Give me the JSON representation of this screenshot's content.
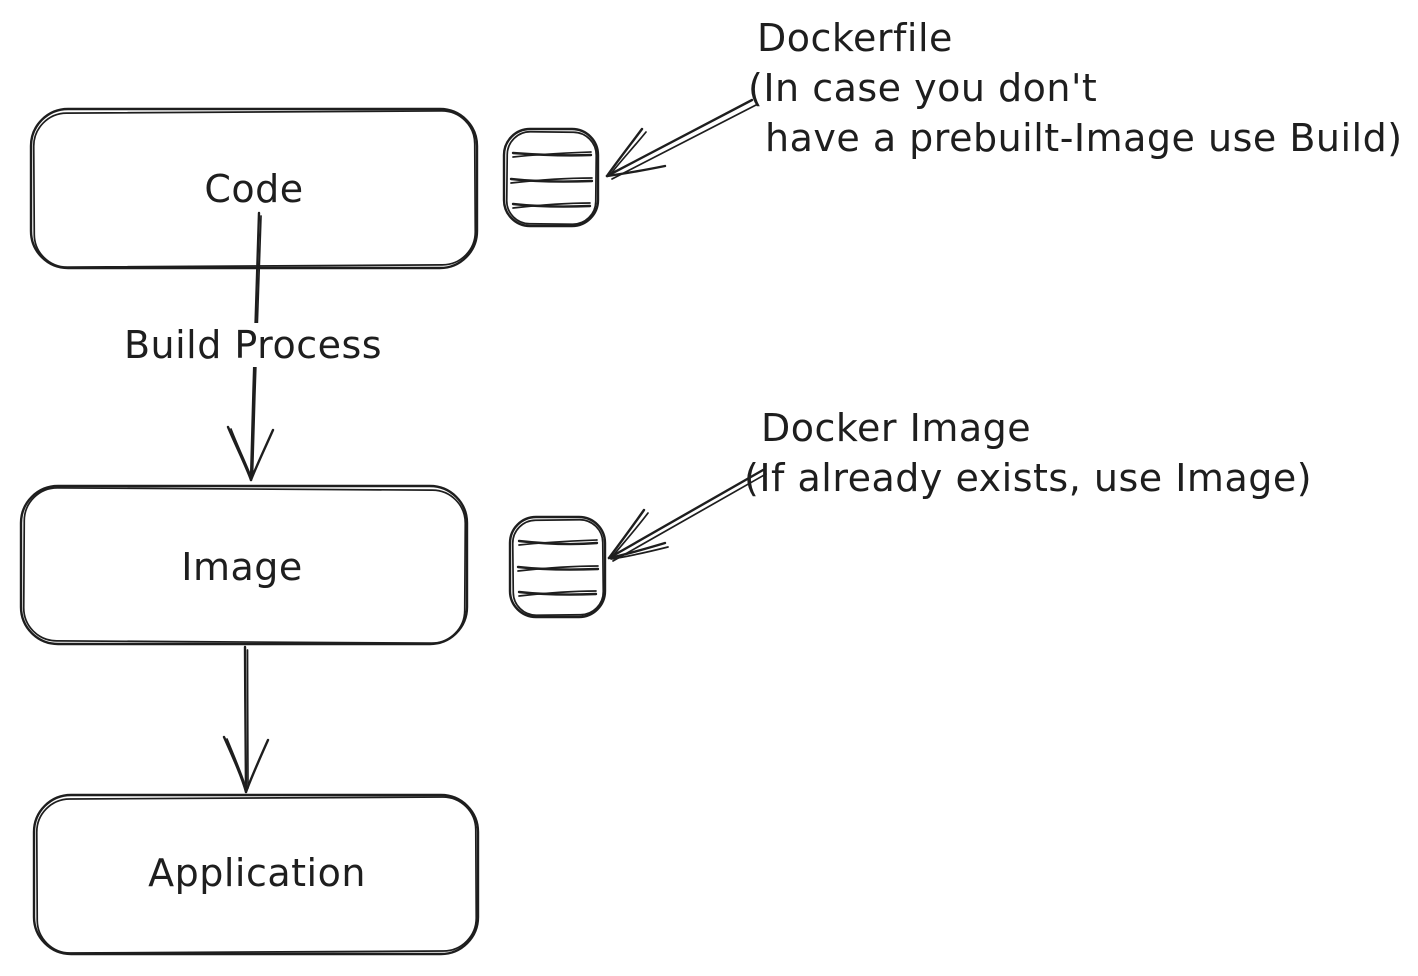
{
  "diagram": {
    "style": "hand-drawn flowchart",
    "background_color": "#ffffff",
    "stroke_color": "#1e1e1e",
    "nodes": [
      {
        "id": "code",
        "label": "Code",
        "shape": "rounded-rectangle"
      },
      {
        "id": "image",
        "label": "Image",
        "shape": "rounded-rectangle"
      },
      {
        "id": "application",
        "label": "Application",
        "shape": "rounded-rectangle"
      }
    ],
    "edges": [
      {
        "from": "code",
        "to": "image",
        "label": "Build Process",
        "arrowhead": "open-v"
      },
      {
        "from": "image",
        "to": "application",
        "label": "",
        "arrowhead": "open-v"
      }
    ],
    "annotations": [
      {
        "target": "code",
        "icon": "document-lines-icon",
        "lines": [
          "Dockerfile",
          "(In case you don't",
          "have a prebuilt-Image use Build)"
        ]
      },
      {
        "target": "image",
        "icon": "document-lines-icon",
        "lines": [
          "Docker Image",
          "(If already exists, use Image)"
        ]
      }
    ]
  }
}
